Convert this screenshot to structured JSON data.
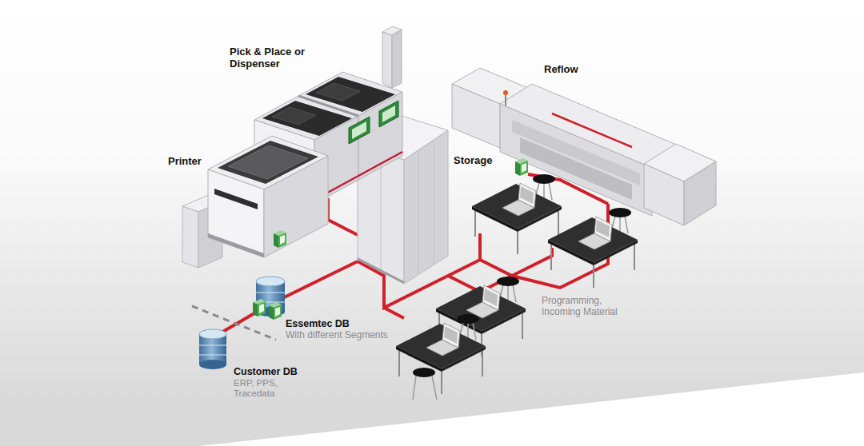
{
  "diagram": {
    "labels": [
      "Pick & Place or Dispenser",
      "Reflow",
      "Printer",
      "Storage",
      "Programming, Incoming Material",
      "Essemtec DB",
      "With different Segments",
      "Customer DB",
      "ERP, PPS, Tracedata"
    ]
  }
}
